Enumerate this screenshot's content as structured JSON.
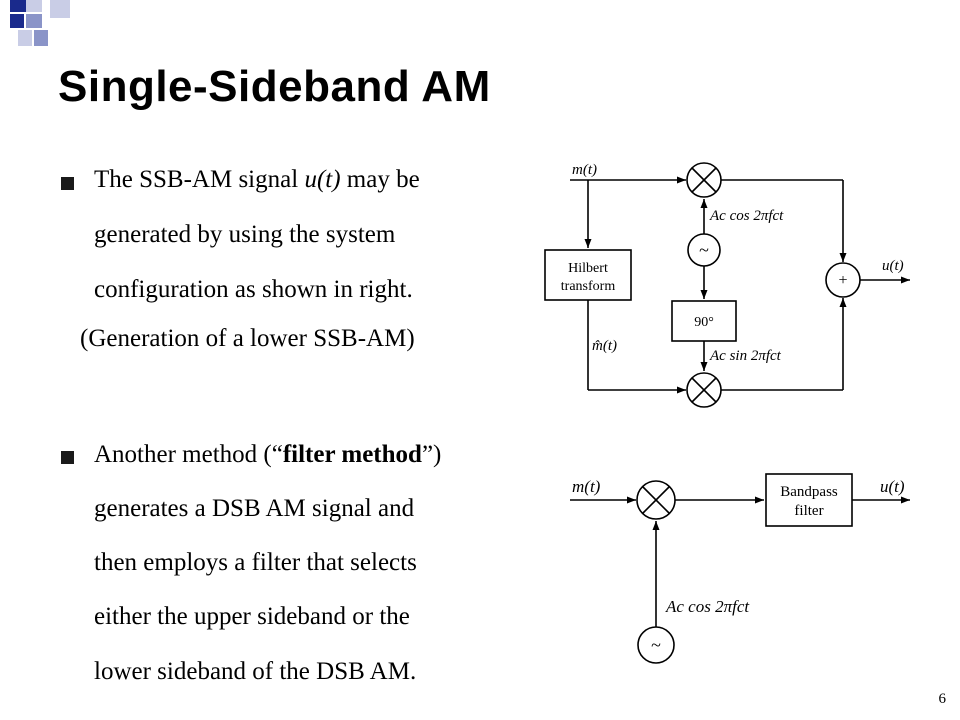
{
  "title": "Single-Sideband AM",
  "bullets": [
    {
      "lines": [
        {
          "pre": "The SSB-AM signal ",
          "ital": "u(t)",
          "post": " may be"
        },
        {
          "text": "generated by using the system"
        },
        {
          "text": "configuration as shown in right."
        },
        {
          "text": "(Generation of a lower SSB-AM)"
        }
      ]
    },
    {
      "lines": [
        {
          "pre": "Another method (“",
          "bold": "filter method",
          "post": "”)"
        },
        {
          "text": "generates a DSB AM signal and"
        },
        {
          "text": "then employs a filter that selects"
        },
        {
          "text": "either the upper sideband or the"
        },
        {
          "text": "lower sideband of the DSB AM."
        }
      ]
    }
  ],
  "diagram1": {
    "input_label": "m(t)",
    "hilbert_line1": "Hilbert",
    "hilbert_line2": "transform",
    "mhat_label": "m̂(t)",
    "cos_label": "Ac cos 2πfct",
    "osc_symbol": "~",
    "phase_label": "90°",
    "sin_label": "Ac sin 2πfct",
    "adder_symbol": "+",
    "output_label": "u(t)"
  },
  "diagram2": {
    "input_label": "m(t)",
    "filter_line1": "Bandpass",
    "filter_line2": "filter",
    "output_label": "u(t)",
    "cos_label": "Ac cos 2πfct",
    "osc_symbol": "~"
  },
  "page_number": "6",
  "colors": {
    "corner_dark": "#1a2a8c",
    "corner_mid": "#8a94c8",
    "corner_light": "#c9cde6"
  }
}
